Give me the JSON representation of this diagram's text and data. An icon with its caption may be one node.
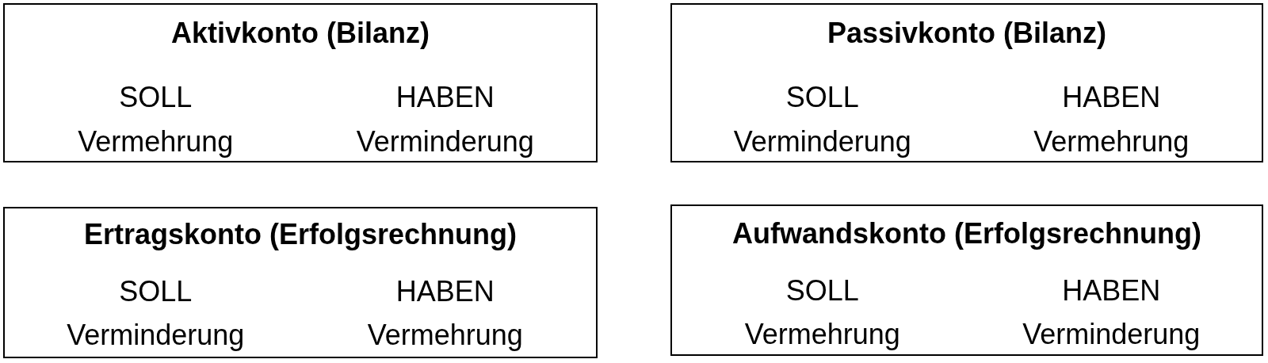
{
  "diagram": {
    "nodes": [
      {
        "text": [
          "Aktivkonto (Bilanz)",
          "SOLL",
          "HABEN",
          "Vermehrung",
          "Verminderung"
        ]
      },
      {
        "text": [
          "Passivkonto (Bilanz)",
          "SOLL",
          "HABEN",
          "Verminderung",
          "Vermehrung"
        ]
      },
      {
        "text": [
          "Ertragskonto (Erfolgsrechnung)",
          "SOLL",
          "HABEN",
          "Verminderung",
          "Vermehrung"
        ]
      },
      {
        "text": [
          "Aufwandskonto (Erfolgsrechnung)",
          "SOLL",
          "HABEN",
          "Vermehrung",
          "Verminderung"
        ]
      }
    ]
  }
}
